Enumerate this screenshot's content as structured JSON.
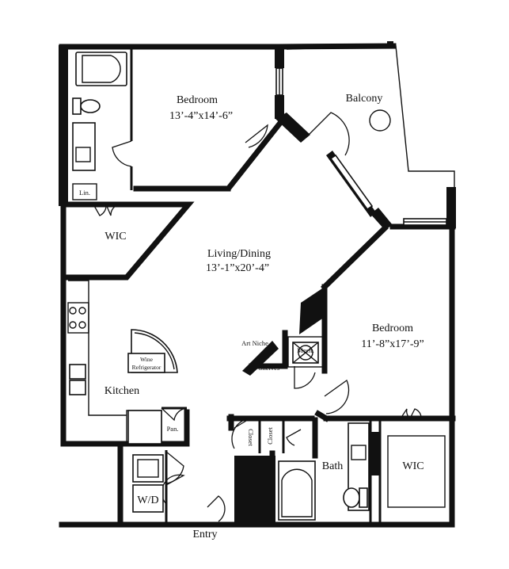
{
  "rooms": {
    "bedroom1": {
      "name": "Bedroom",
      "dims": "13’-4”x14’-6”"
    },
    "balcony": {
      "name": "Balcony"
    },
    "linen": {
      "name": "Lin."
    },
    "wic1": {
      "name": "WIC"
    },
    "living": {
      "name": "Living/Dining",
      "dims": "13’-1”x20’-4”"
    },
    "bedroom2": {
      "name": "Bedroom",
      "dims": "11’-8”x17’-9”"
    },
    "art_niche": {
      "name": "Art Niche"
    },
    "mech": {
      "name": "Mech."
    },
    "shelves": {
      "name": "Shelves"
    },
    "wine": {
      "line1": "Wine",
      "line2": "Refrigerator"
    },
    "kitchen": {
      "name": "Kitchen"
    },
    "pantry": {
      "name": "Pan."
    },
    "closet1": {
      "name": "Closet"
    },
    "closet2": {
      "name": "Closet"
    },
    "bath": {
      "name": "Bath"
    },
    "wic2": {
      "name": "WIC"
    },
    "wd": {
      "name": "W/D"
    },
    "entry": {
      "name": "Entry"
    }
  }
}
